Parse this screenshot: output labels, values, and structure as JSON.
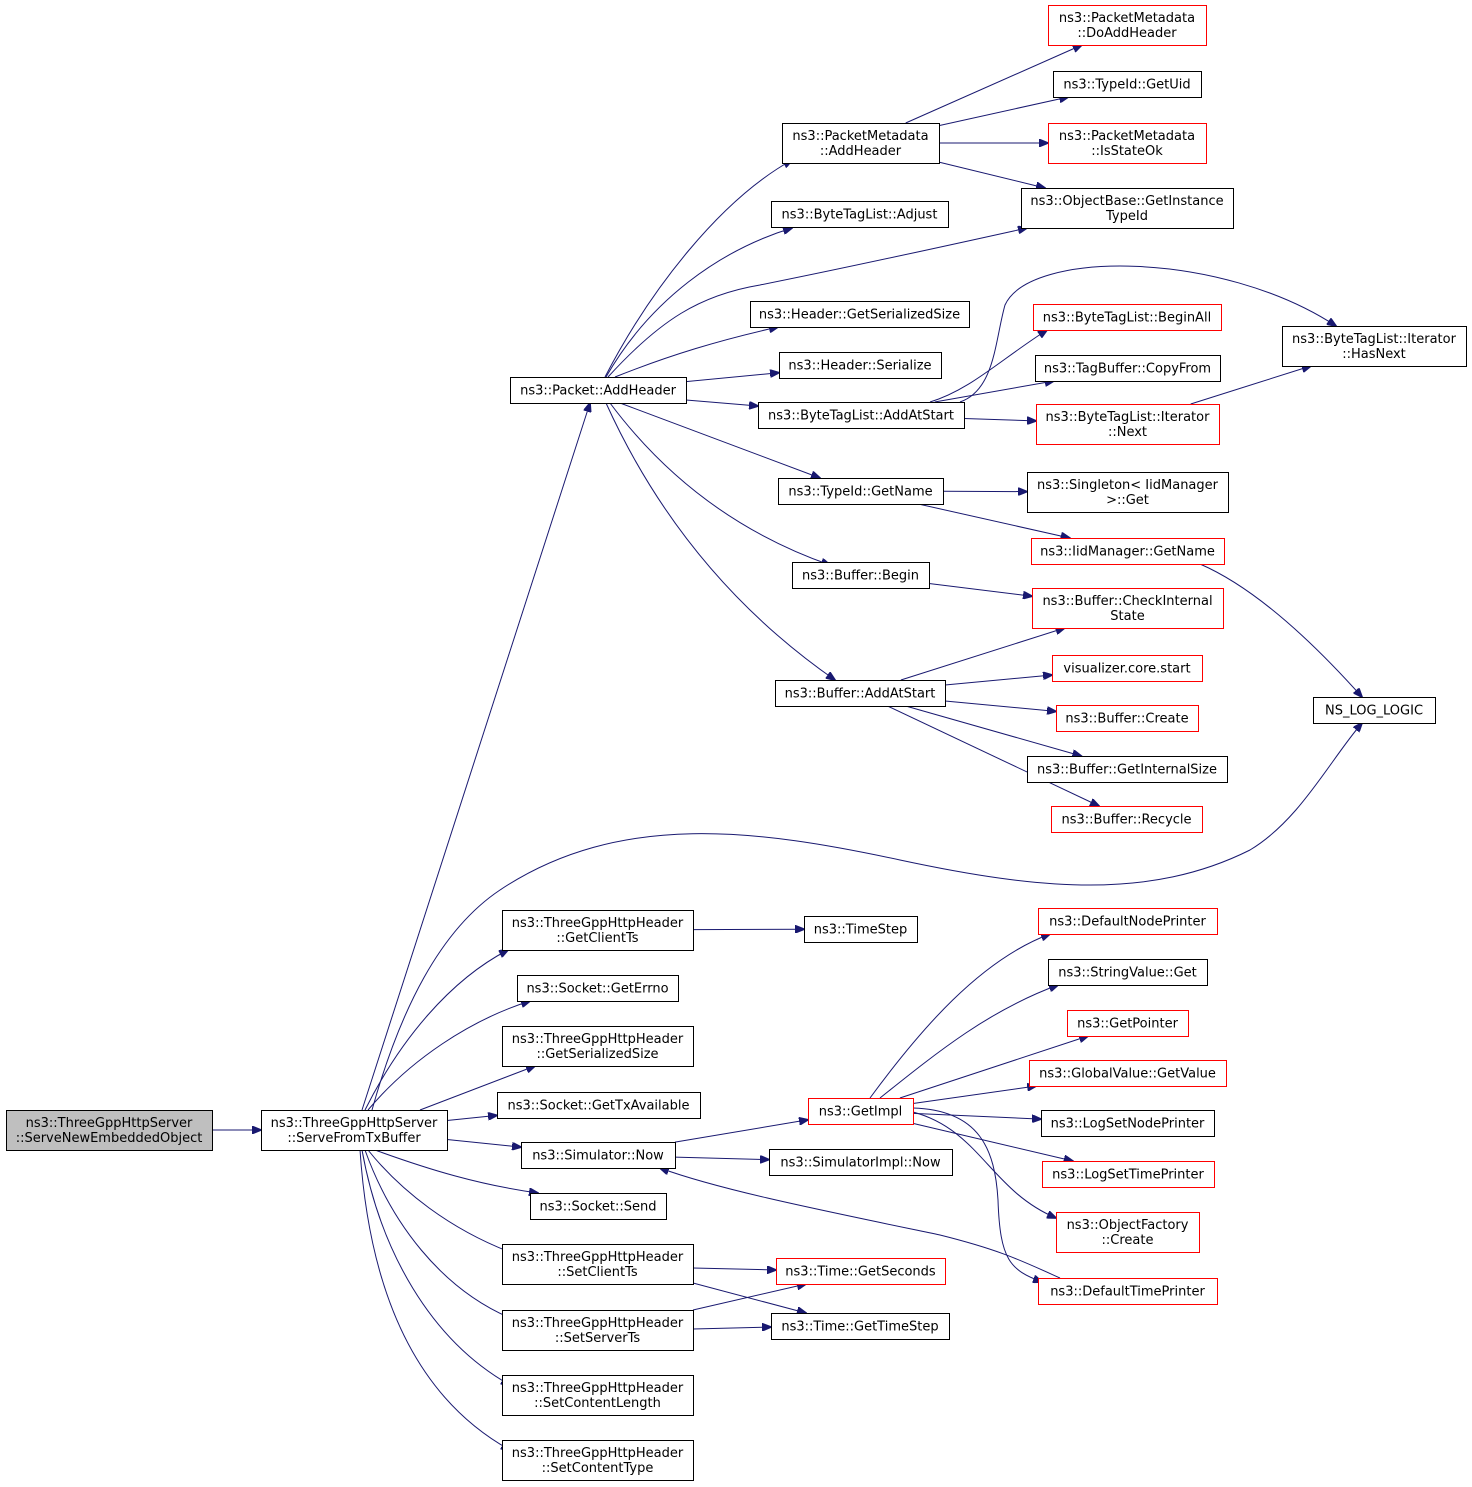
{
  "colors": {
    "edge": "#191970",
    "normal_border": "#000000",
    "truncated_border": "#ff0000",
    "root_fill": "#bfbfbf",
    "fill": "#ffffff"
  },
  "nodes": [
    {
      "id": "root",
      "lines": [
        "ns3::ThreeGppHttpServer",
        "::ServeNewEmbeddedObject"
      ],
      "style": "root"
    },
    {
      "id": "serve_tx",
      "lines": [
        "ns3::ThreeGppHttpServer",
        "::ServeFromTxBuffer"
      ],
      "style": "normal"
    },
    {
      "id": "pkt_addheader",
      "lines": [
        "ns3::Packet::AddHeader"
      ],
      "style": "normal"
    },
    {
      "id": "pm_addheader",
      "lines": [
        "ns3::PacketMetadata",
        "::AddHeader"
      ],
      "style": "normal"
    },
    {
      "id": "pm_doadd",
      "lines": [
        "ns3::PacketMetadata",
        "::DoAddHeader"
      ],
      "style": "truncated"
    },
    {
      "id": "typeid_getuid",
      "lines": [
        "ns3::TypeId::GetUid"
      ],
      "style": "normal"
    },
    {
      "id": "pm_isstateok",
      "lines": [
        "ns3::PacketMetadata",
        "::IsStateOk"
      ],
      "style": "truncated"
    },
    {
      "id": "objbase_getinst",
      "lines": [
        "ns3::ObjectBase::GetInstance",
        "TypeId"
      ],
      "style": "normal"
    },
    {
      "id": "btl_adjust",
      "lines": [
        "ns3::ByteTagList::Adjust"
      ],
      "style": "normal"
    },
    {
      "id": "hdr_getsersize",
      "lines": [
        "ns3::Header::GetSerializedSize"
      ],
      "style": "normal"
    },
    {
      "id": "hdr_serialize",
      "lines": [
        "ns3::Header::Serialize"
      ],
      "style": "normal"
    },
    {
      "id": "btl_addatstart",
      "lines": [
        "ns3::ByteTagList::AddAtStart"
      ],
      "style": "normal"
    },
    {
      "id": "btl_beginall",
      "lines": [
        "ns3::ByteTagList::BeginAll"
      ],
      "style": "truncated"
    },
    {
      "id": "tagbuf_copyfrom",
      "lines": [
        "ns3::TagBuffer::CopyFrom"
      ],
      "style": "normal"
    },
    {
      "id": "btl_iter_next",
      "lines": [
        "ns3::ByteTagList::Iterator",
        "::Next"
      ],
      "style": "truncated"
    },
    {
      "id": "btl_iter_hasnext",
      "lines": [
        "ns3::ByteTagList::Iterator",
        "::HasNext"
      ],
      "style": "normal"
    },
    {
      "id": "typeid_getname",
      "lines": [
        "ns3::TypeId::GetName"
      ],
      "style": "normal"
    },
    {
      "id": "singleton_get",
      "lines": [
        "ns3::Singleton< IidManager",
        ">::Get"
      ],
      "style": "normal"
    },
    {
      "id": "iidmgr_getname",
      "lines": [
        "ns3::IidManager::GetName"
      ],
      "style": "truncated"
    },
    {
      "id": "buffer_begin",
      "lines": [
        "ns3::Buffer::Begin"
      ],
      "style": "normal"
    },
    {
      "id": "buffer_checkstate",
      "lines": [
        "ns3::Buffer::CheckInternal",
        "State"
      ],
      "style": "truncated"
    },
    {
      "id": "buffer_addatstart",
      "lines": [
        "ns3::Buffer::AddAtStart"
      ],
      "style": "normal"
    },
    {
      "id": "vis_core_start",
      "lines": [
        "visualizer.core.start"
      ],
      "style": "truncated"
    },
    {
      "id": "buffer_create",
      "lines": [
        "ns3::Buffer::Create"
      ],
      "style": "truncated"
    },
    {
      "id": "buffer_getinternalsize",
      "lines": [
        "ns3::Buffer::GetInternalSize"
      ],
      "style": "normal"
    },
    {
      "id": "buffer_recycle",
      "lines": [
        "ns3::Buffer::Recycle"
      ],
      "style": "truncated"
    },
    {
      "id": "ns_log_logic",
      "lines": [
        "NS_LOG_LOGIC"
      ],
      "style": "normal"
    },
    {
      "id": "hh_getclientts",
      "lines": [
        "ns3::ThreeGppHttpHeader",
        "::GetClientTs"
      ],
      "style": "normal"
    },
    {
      "id": "timestep",
      "lines": [
        "ns3::TimeStep"
      ],
      "style": "normal"
    },
    {
      "id": "socket_geterrno",
      "lines": [
        "ns3::Socket::GetErrno"
      ],
      "style": "normal"
    },
    {
      "id": "hh_getsersize",
      "lines": [
        "ns3::ThreeGppHttpHeader",
        "::GetSerializedSize"
      ],
      "style": "normal"
    },
    {
      "id": "socket_gettxavail",
      "lines": [
        "ns3::Socket::GetTxAvailable"
      ],
      "style": "normal"
    },
    {
      "id": "sim_now",
      "lines": [
        "ns3::Simulator::Now"
      ],
      "style": "normal"
    },
    {
      "id": "simimpl_now",
      "lines": [
        "ns3::SimulatorImpl::Now"
      ],
      "style": "normal"
    },
    {
      "id": "getimpl",
      "lines": [
        "ns3::GetImpl"
      ],
      "style": "truncated"
    },
    {
      "id": "default_node_printer",
      "lines": [
        "ns3::DefaultNodePrinter"
      ],
      "style": "truncated"
    },
    {
      "id": "stringvalue_get",
      "lines": [
        "ns3::StringValue::Get"
      ],
      "style": "normal"
    },
    {
      "id": "getpointer",
      "lines": [
        "ns3::GetPointer"
      ],
      "style": "truncated"
    },
    {
      "id": "globalvalue_getvalue",
      "lines": [
        "ns3::GlobalValue::GetValue"
      ],
      "style": "truncated"
    },
    {
      "id": "logsetnodeprinter",
      "lines": [
        "ns3::LogSetNodePrinter"
      ],
      "style": "normal"
    },
    {
      "id": "logsettimeprinter",
      "lines": [
        "ns3::LogSetTimePrinter"
      ],
      "style": "truncated"
    },
    {
      "id": "objfactory_create",
      "lines": [
        "ns3::ObjectFactory",
        "::Create"
      ],
      "style": "truncated"
    },
    {
      "id": "default_time_printer",
      "lines": [
        "ns3::DefaultTimePrinter"
      ],
      "style": "truncated"
    },
    {
      "id": "socket_send",
      "lines": [
        "ns3::Socket::Send"
      ],
      "style": "normal"
    },
    {
      "id": "hh_setclientts",
      "lines": [
        "ns3::ThreeGppHttpHeader",
        "::SetClientTs"
      ],
      "style": "normal"
    },
    {
      "id": "time_getseconds",
      "lines": [
        "ns3::Time::GetSeconds"
      ],
      "style": "truncated"
    },
    {
      "id": "hh_setserverts",
      "lines": [
        "ns3::ThreeGppHttpHeader",
        "::SetServerTs"
      ],
      "style": "normal"
    },
    {
      "id": "time_gettimestep",
      "lines": [
        "ns3::Time::GetTimeStep"
      ],
      "style": "normal"
    },
    {
      "id": "hh_setcontentlength",
      "lines": [
        "ns3::ThreeGppHttpHeader",
        "::SetContentLength"
      ],
      "style": "normal"
    },
    {
      "id": "hh_setcontenttype",
      "lines": [
        "ns3::ThreeGppHttpHeader",
        "::SetContentType"
      ],
      "style": "normal"
    }
  ],
  "edges": [
    {
      "from": "root",
      "to": "serve_tx"
    },
    {
      "from": "serve_tx",
      "to": "pkt_addheader"
    },
    {
      "from": "serve_tx",
      "to": "ns_log_logic"
    },
    {
      "from": "serve_tx",
      "to": "hh_getclientts"
    },
    {
      "from": "serve_tx",
      "to": "socket_geterrno"
    },
    {
      "from": "serve_tx",
      "to": "hh_getsersize"
    },
    {
      "from": "serve_tx",
      "to": "socket_gettxavail"
    },
    {
      "from": "serve_tx",
      "to": "sim_now"
    },
    {
      "from": "serve_tx",
      "to": "socket_send"
    },
    {
      "from": "serve_tx",
      "to": "hh_setclientts"
    },
    {
      "from": "serve_tx",
      "to": "hh_setserverts"
    },
    {
      "from": "serve_tx",
      "to": "hh_setcontentlength"
    },
    {
      "from": "serve_tx",
      "to": "hh_setcontenttype"
    },
    {
      "from": "pkt_addheader",
      "to": "pm_addheader"
    },
    {
      "from": "pkt_addheader",
      "to": "btl_adjust"
    },
    {
      "from": "pkt_addheader",
      "to": "objbase_getinst"
    },
    {
      "from": "pkt_addheader",
      "to": "hdr_getsersize"
    },
    {
      "from": "pkt_addheader",
      "to": "hdr_serialize"
    },
    {
      "from": "pkt_addheader",
      "to": "btl_addatstart"
    },
    {
      "from": "pkt_addheader",
      "to": "typeid_getname"
    },
    {
      "from": "pkt_addheader",
      "to": "buffer_begin"
    },
    {
      "from": "pkt_addheader",
      "to": "buffer_addatstart"
    },
    {
      "from": "pm_addheader",
      "to": "pm_doadd"
    },
    {
      "from": "pm_addheader",
      "to": "typeid_getuid"
    },
    {
      "from": "pm_addheader",
      "to": "pm_isstateok"
    },
    {
      "from": "pm_addheader",
      "to": "objbase_getinst"
    },
    {
      "from": "btl_addatstart",
      "to": "btl_beginall"
    },
    {
      "from": "btl_addatstart",
      "to": "tagbuf_copyfrom"
    },
    {
      "from": "btl_addatstart",
      "to": "btl_iter_next"
    },
    {
      "from": "btl_addatstart",
      "to": "btl_iter_hasnext"
    },
    {
      "from": "btl_iter_next",
      "to": "btl_iter_hasnext"
    },
    {
      "from": "typeid_getname",
      "to": "singleton_get"
    },
    {
      "from": "typeid_getname",
      "to": "iidmgr_getname"
    },
    {
      "from": "iidmgr_getname",
      "to": "ns_log_logic"
    },
    {
      "from": "buffer_begin",
      "to": "buffer_checkstate"
    },
    {
      "from": "buffer_addatstart",
      "to": "buffer_checkstate"
    },
    {
      "from": "buffer_addatstart",
      "to": "vis_core_start"
    },
    {
      "from": "buffer_addatstart",
      "to": "buffer_create"
    },
    {
      "from": "buffer_addatstart",
      "to": "buffer_getinternalsize"
    },
    {
      "from": "buffer_addatstart",
      "to": "buffer_recycle"
    },
    {
      "from": "hh_getclientts",
      "to": "timestep"
    },
    {
      "from": "sim_now",
      "to": "getimpl"
    },
    {
      "from": "sim_now",
      "to": "simimpl_now"
    },
    {
      "from": "getimpl",
      "to": "default_node_printer"
    },
    {
      "from": "getimpl",
      "to": "stringvalue_get"
    },
    {
      "from": "getimpl",
      "to": "getpointer"
    },
    {
      "from": "getimpl",
      "to": "globalvalue_getvalue"
    },
    {
      "from": "getimpl",
      "to": "logsetnodeprinter"
    },
    {
      "from": "getimpl",
      "to": "logsettimeprinter"
    },
    {
      "from": "getimpl",
      "to": "objfactory_create"
    },
    {
      "from": "getimpl",
      "to": "default_time_printer"
    },
    {
      "from": "default_time_printer",
      "to": "sim_now"
    },
    {
      "from": "hh_setclientts",
      "to": "time_getseconds"
    },
    {
      "from": "hh_setclientts",
      "to": "time_gettimestep"
    },
    {
      "from": "hh_setserverts",
      "to": "time_getseconds"
    },
    {
      "from": "hh_setserverts",
      "to": "time_gettimestep"
    }
  ]
}
